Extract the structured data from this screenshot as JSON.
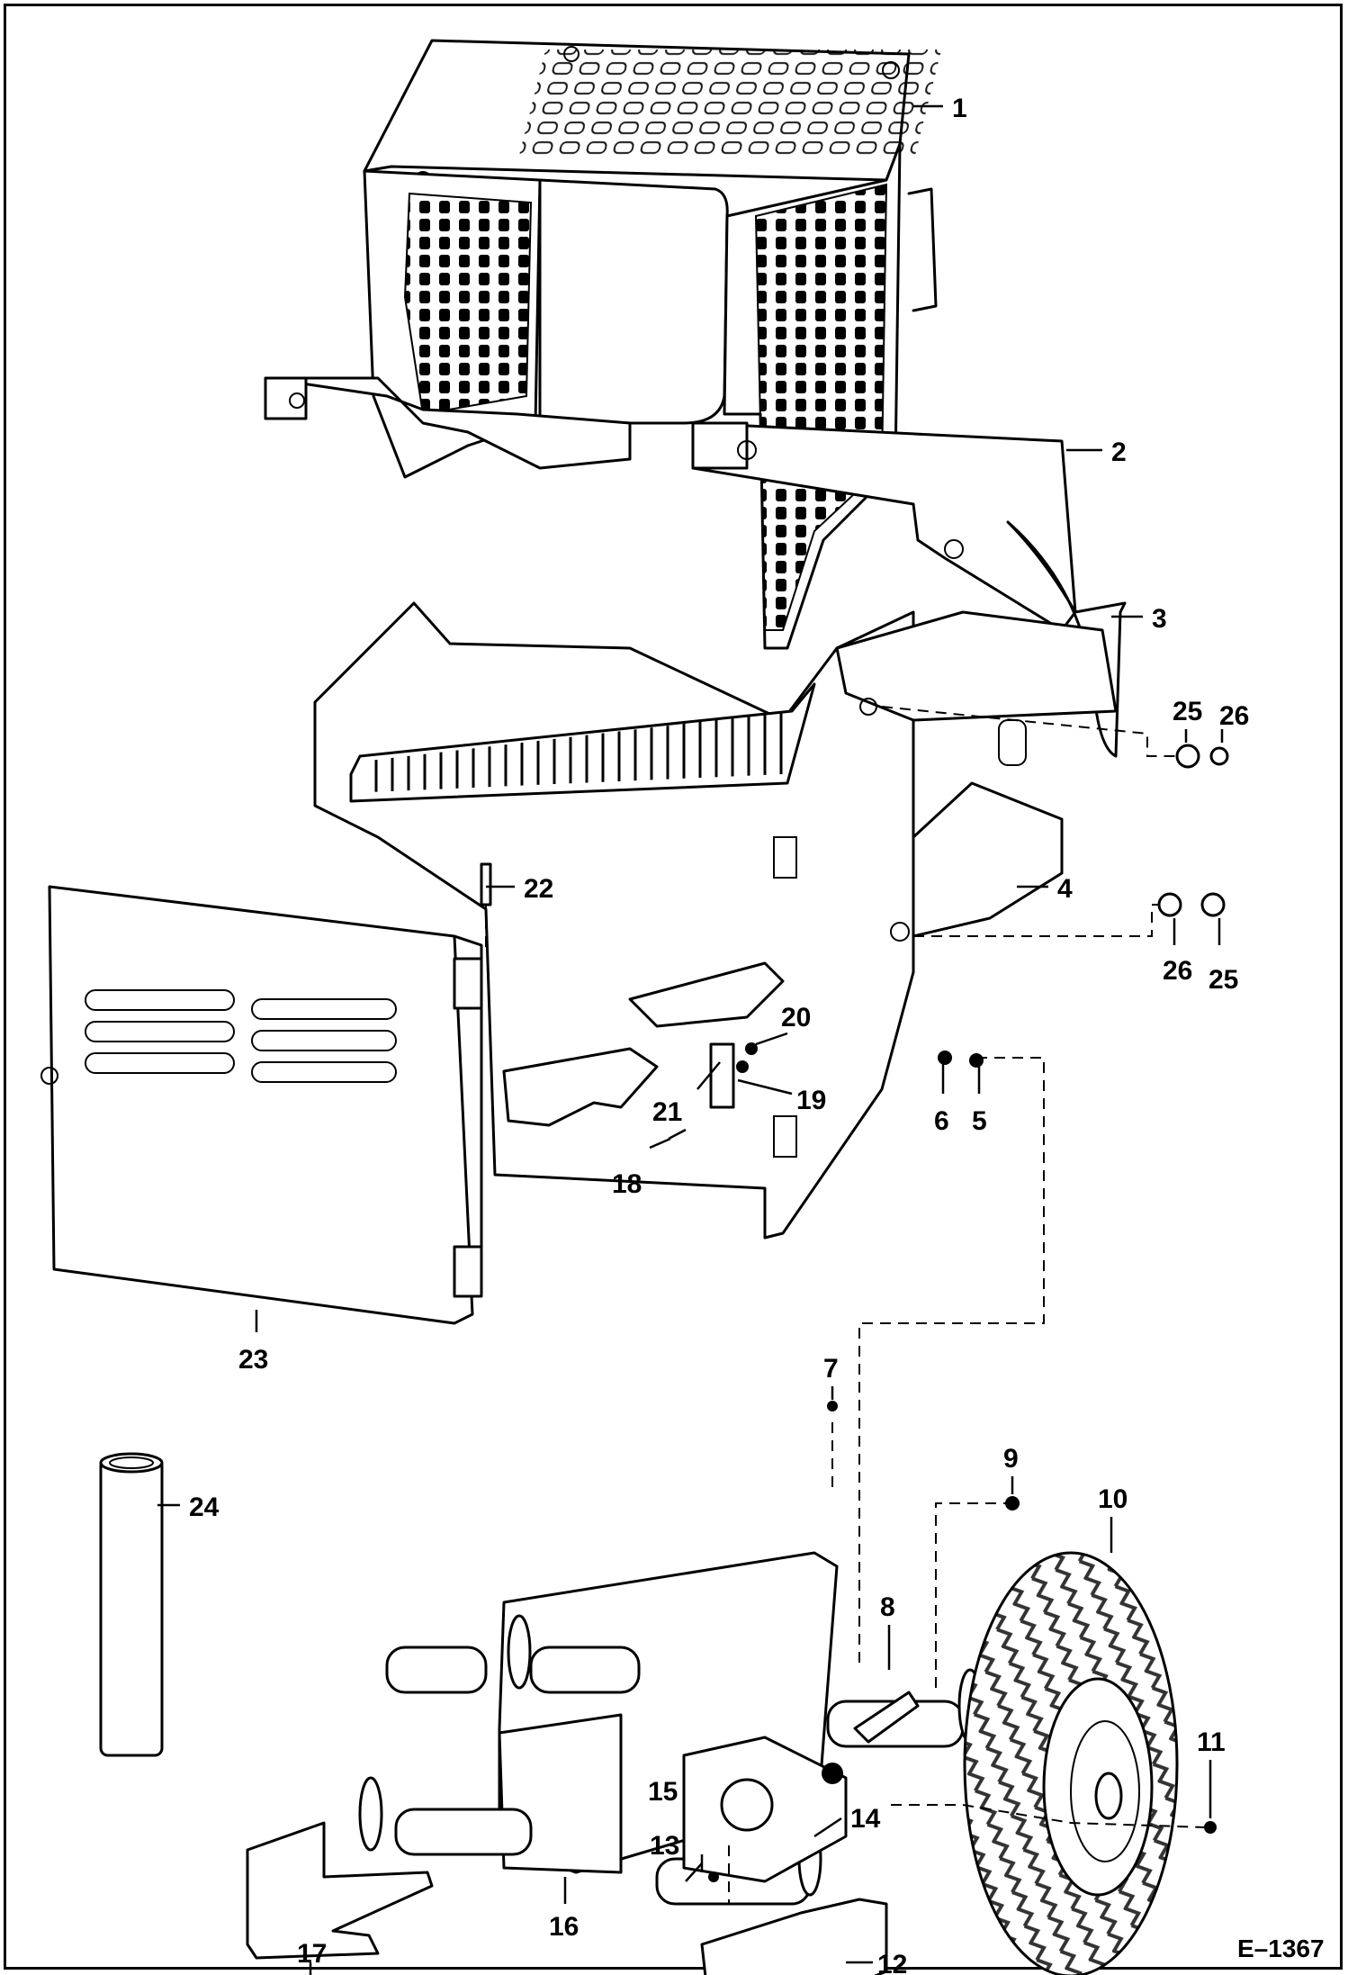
{
  "drawing_number": "E–1367",
  "callouts": [
    {
      "id": "1",
      "label": "1"
    },
    {
      "id": "2",
      "label": "2"
    },
    {
      "id": "3",
      "label": "3"
    },
    {
      "id": "4",
      "label": "4"
    },
    {
      "id": "5",
      "label": "5"
    },
    {
      "id": "6",
      "label": "6"
    },
    {
      "id": "7",
      "label": "7"
    },
    {
      "id": "8",
      "label": "8"
    },
    {
      "id": "9",
      "label": "9"
    },
    {
      "id": "10",
      "label": "10"
    },
    {
      "id": "11",
      "label": "11"
    },
    {
      "id": "12",
      "label": "12"
    },
    {
      "id": "13",
      "label": "13"
    },
    {
      "id": "14",
      "label": "14"
    },
    {
      "id": "15",
      "label": "15"
    },
    {
      "id": "16",
      "label": "16"
    },
    {
      "id": "17",
      "label": "17"
    },
    {
      "id": "18",
      "label": "18"
    },
    {
      "id": "19",
      "label": "19"
    },
    {
      "id": "20",
      "label": "20"
    },
    {
      "id": "21",
      "label": "21"
    },
    {
      "id": "22",
      "label": "22"
    },
    {
      "id": "23",
      "label": "23"
    },
    {
      "id": "24",
      "label": "24"
    },
    {
      "id": "25a",
      "label": "25"
    },
    {
      "id": "26a",
      "label": "26"
    },
    {
      "id": "26b",
      "label": "26"
    },
    {
      "id": "25b",
      "label": "25"
    }
  ]
}
